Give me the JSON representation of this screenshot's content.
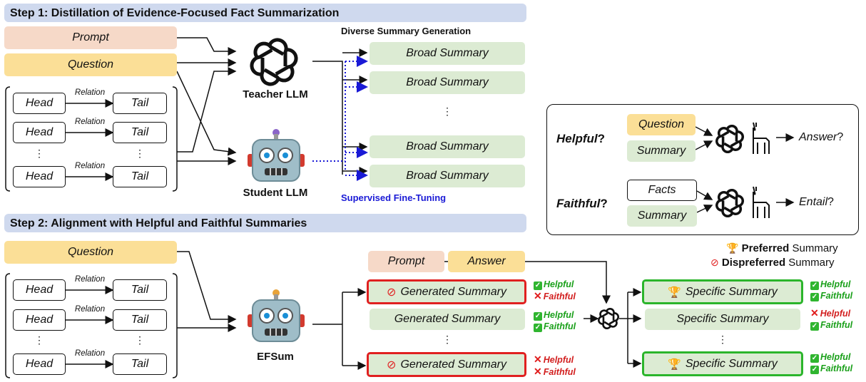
{
  "step1": {
    "title": "Step 1: Distillation of Evidence-Focused Fact Summarization"
  },
  "step2": {
    "title": "Step 2: Alignment with Helpful and Faithful Summaries"
  },
  "inputs": {
    "prompt": "Prompt",
    "question": "Question"
  },
  "triples": {
    "head": "Head",
    "tail": "Tail",
    "relation": "Relation",
    "dots": "⋮"
  },
  "teacher": {
    "label": "Teacher LLM"
  },
  "student": {
    "label": "Student LLM"
  },
  "efsum": {
    "label": "EFSum"
  },
  "diverse": {
    "title": "Diverse Summary Generation",
    "broad": "Broad Summary",
    "dots": "⋮"
  },
  "sft": {
    "label": "Supervised Fine-Tuning"
  },
  "criteria": {
    "helpful_q": "Helpful",
    "faithful_q": "Faithful",
    "qmark": "?",
    "question": "Question",
    "summary": "Summary",
    "facts": "Facts",
    "answer": "Answer",
    "entail": "Entail",
    "qend": "?"
  },
  "legend": {
    "preferred_bold": "Preferred",
    "dispreferred_bold": "Dispreferred",
    "summary": "Summary"
  },
  "step2_inputs": {
    "prompt": "Prompt",
    "answer": "Answer"
  },
  "generated": {
    "label": "Generated Summary",
    "dots": "⋮"
  },
  "specific": {
    "label": "Specific Summary",
    "dots": "⋮"
  },
  "flags": {
    "helpful": "Helpful",
    "faithful": "Faithful"
  },
  "colors": {
    "accent_blue": "#1a1ad6",
    "good": "#1aa01a",
    "bad": "#d21e1e"
  }
}
